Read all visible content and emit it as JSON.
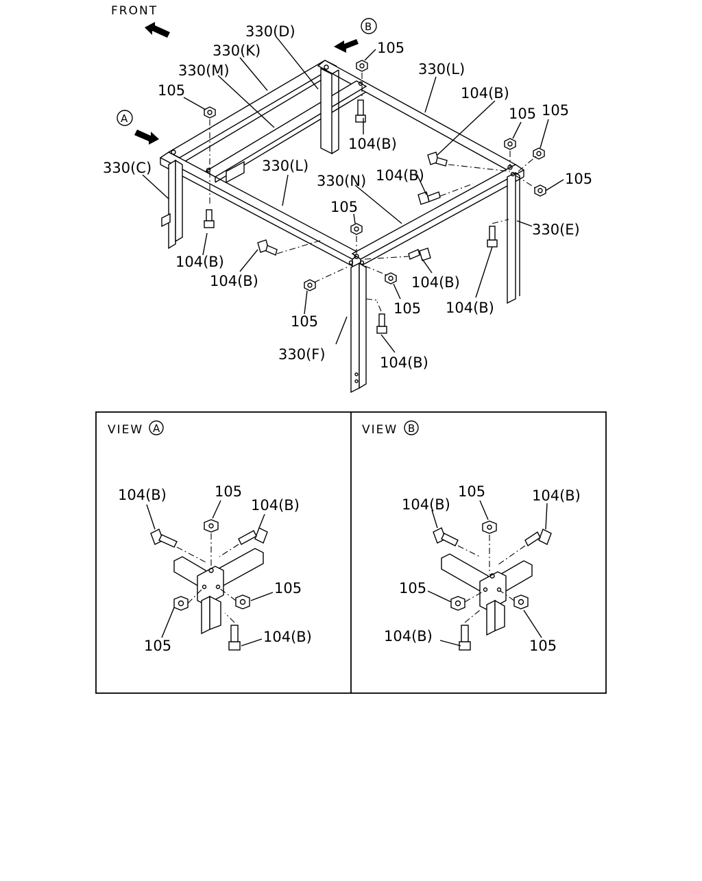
{
  "labels": {
    "front": "FRONT",
    "view_a": "VIEW",
    "view_b": "VIEW",
    "mark_a": "A",
    "mark_b": "B",
    "p330d": "330(D)",
    "p330k": "330(K)",
    "p330m": "330(M)",
    "p330l_top": "330(L)",
    "p330l_mid": "330(L)",
    "p330c": "330(C)",
    "p330n": "330(N)",
    "p330e": "330(E)",
    "p330f": "330(F)",
    "n105": "105",
    "b104": "104(B)"
  }
}
